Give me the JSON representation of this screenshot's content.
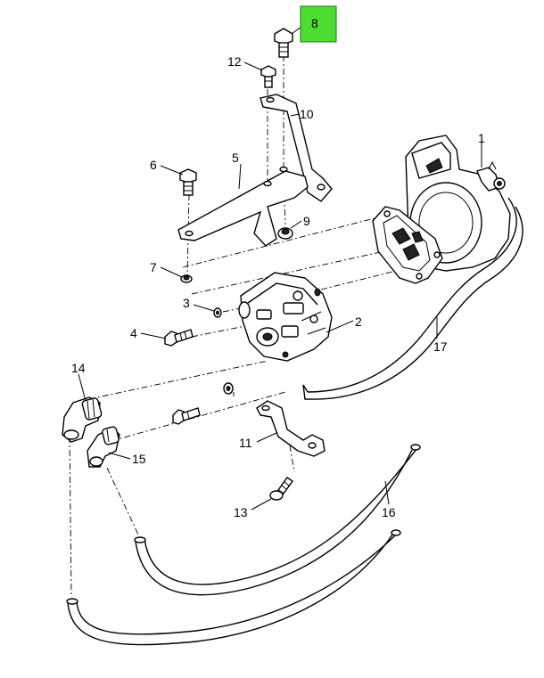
{
  "diagram": {
    "highlight_color": "#4cdc32",
    "highlighted_callout": "8",
    "callouts": {
      "c1": "1",
      "c2": "2",
      "c3": "3",
      "c4": "4",
      "c5": "5",
      "c6": "6",
      "c7": "7",
      "c8": "8",
      "c9": "9",
      "c10": "10",
      "c11": "11",
      "c12": "12",
      "c13": "13",
      "c14": "14",
      "c15": "15",
      "c16": "16",
      "c17": "17"
    }
  }
}
